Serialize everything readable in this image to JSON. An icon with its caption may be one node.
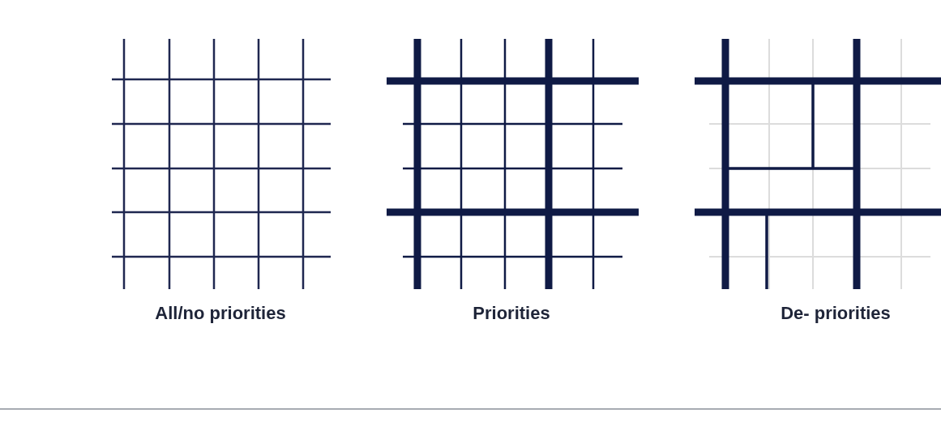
{
  "diagram": {
    "labels": [
      "All/no priorities",
      "Priorities",
      "De- priorities"
    ]
  }
}
